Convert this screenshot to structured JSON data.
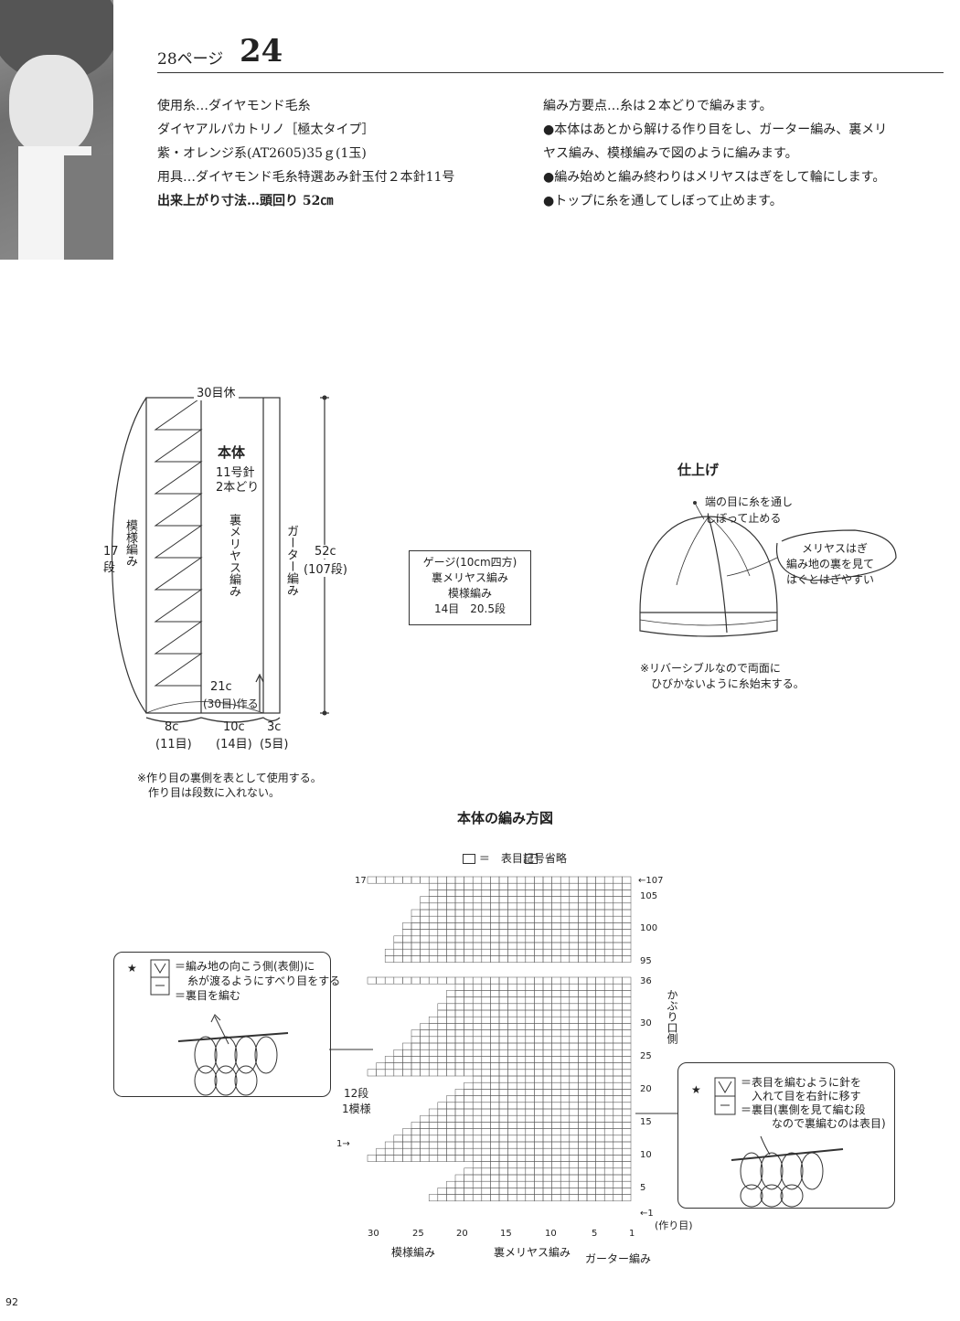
{
  "header": {
    "page_ref": "28ページ",
    "pattern_no": "24"
  },
  "materials": {
    "yarn_label": "使用糸…ダイヤモンド毛糸",
    "yarn_name": "ダイヤアルパカトリノ［極太タイプ］",
    "color": "紫・オレンジ系(AT2605)35ｇ(1玉)",
    "tools": "用具…ダイヤモンド毛糸特選あみ針玉付２本針11号",
    "size": "出来上がり寸法…頭回り 52㎝"
  },
  "points": {
    "title": "編み方要点…糸は２本どりで編みます。",
    "p1a": "●本体はあとから解ける作り目をし、ガーター編み、裏メリ",
    "p1b": "ヤス編み、模様編みで図のように編みます。",
    "p2": "●編み始めと編み終わりはメリヤスはぎをして輪にします。",
    "p3": "●トップに糸を通してしぼって止めます。"
  },
  "schematic": {
    "top": "30目休",
    "body": "本体",
    "needle": "11号針",
    "strands": "2本どり",
    "stitch_center": "裏メリヤス編み",
    "stitch_left": "模様編み",
    "stitch_right": "ガーター編み",
    "rows_left_a": "17",
    "rows_left_b": "段",
    "height_a": "52c",
    "height_b": "(107段)",
    "cast_a": "21c",
    "cast_b": "(30目)作る",
    "w1": "8c",
    "w1s": "(11目)",
    "w2": "10c",
    "w2s": "(14目)",
    "w3": "3c",
    "w3s": "(5目)",
    "note1": "※作り目の裏側を表として使用する。",
    "note2": "作り目は段数に入れない。"
  },
  "gauge": {
    "l1": "ゲージ(10cm四方)",
    "l2": "裏メリヤス編み",
    "l3": "模様編み",
    "l4": "14目　20.5段"
  },
  "finish": {
    "title": "仕上げ",
    "c1": "端の目に糸を通し",
    "c2": "しぼって止める",
    "c3": "メリヤスはぎ",
    "c4": "編み地の裏を見て",
    "c5": "はぐとはぎやすい",
    "n1": "※リバーシブルなので両面に",
    "n2": "ひびかないように糸始末する。"
  },
  "chart": {
    "title": "本体の編み方図",
    "legend": "＝　表目記号省略",
    "right_rows": [
      "107",
      "105",
      "100",
      "95",
      "36",
      "30",
      "25",
      "20",
      "15",
      "10",
      "5",
      "1"
    ],
    "left_rows": [
      "17",
      "1"
    ],
    "bottom_nums": [
      "30",
      "25",
      "20",
      "15",
      "10",
      "5",
      "1"
    ],
    "cast_on": "(作り目)",
    "side": "かぶり口側",
    "repeat_a": "12段",
    "repeat_b": "1模様",
    "sec1": "模様編み",
    "sec2": "裏メリヤス編み",
    "sec3": "ガーター編み"
  },
  "callout_left": {
    "star": "★",
    "l1": "＝編み地の向こう側(表側)に",
    "l2": "糸が渡るようにすべり目をする",
    "l3": "＝裏目を編む"
  },
  "callout_right": {
    "star": "★",
    "l1": "＝表目を編むように針を",
    "l2": "入れて目を右針に移す",
    "l3": "＝裏目(裏側を見て編む段",
    "l4": "なので裏編むのは表目)"
  },
  "footer": {
    "page": "92"
  }
}
